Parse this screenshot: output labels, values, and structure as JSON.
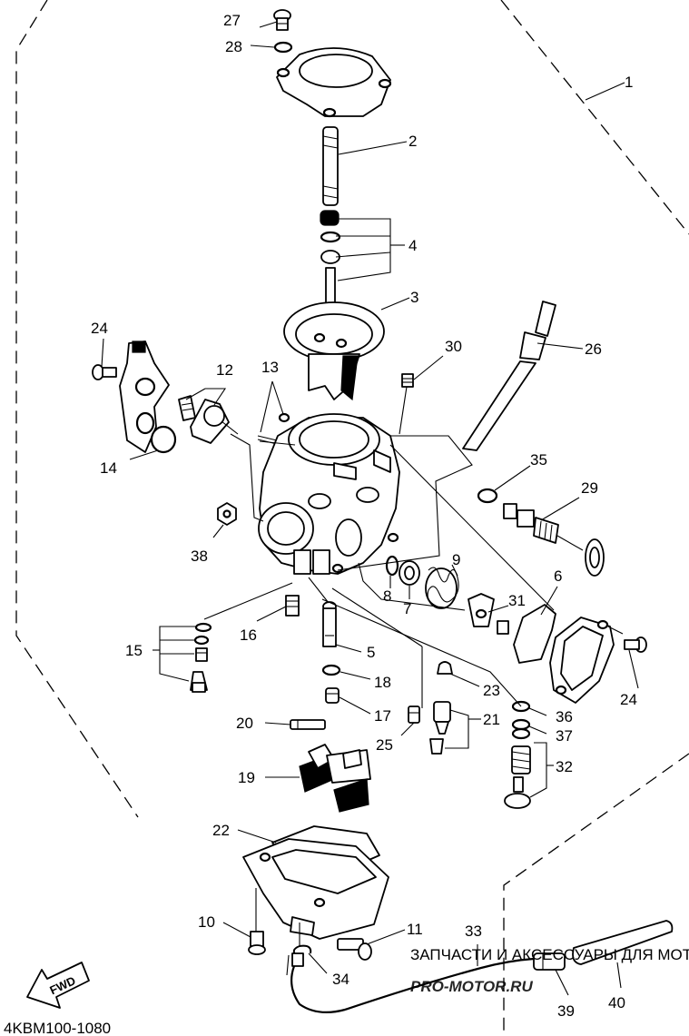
{
  "diagram": {
    "part_numbers": [
      "1",
      "2",
      "3",
      "4",
      "5",
      "6",
      "7",
      "8",
      "9",
      "10",
      "11",
      "12",
      "13",
      "14",
      "15",
      "16",
      "17",
      "18",
      "19",
      "20",
      "21",
      "22",
      "23",
      "24",
      "24",
      "25",
      "26",
      "27",
      "28",
      "29",
      "30",
      "31",
      "32",
      "33",
      "34",
      "35",
      "36",
      "37",
      "38",
      "39",
      "40"
    ],
    "fwd_label": "FWD",
    "diagram_code": "4KBM100-1080"
  },
  "watermark": {
    "line": "ЗАПЧАСТИ И АКСЕССУАРЫ ДЛЯ МОТОТЕХНИКИ",
    "logo": "PRO-MOTOR.RU"
  }
}
